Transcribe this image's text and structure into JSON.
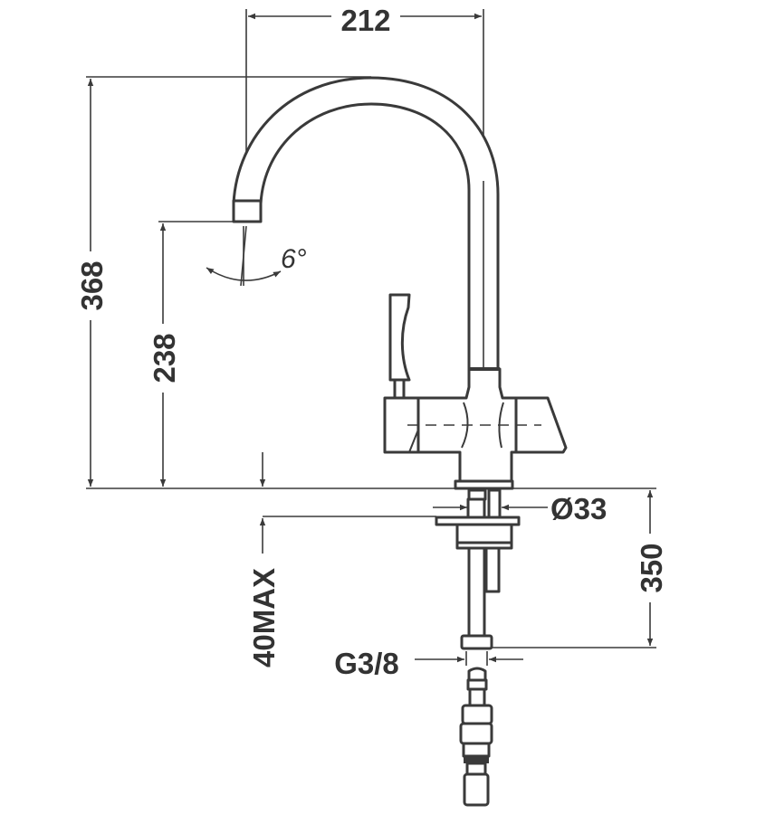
{
  "drawing": {
    "title": "Kitchen faucet dimension drawing",
    "dimensions": {
      "spout_reach": "212",
      "total_height": "368",
      "outlet_height": "238",
      "spout_angle": "6°",
      "base_diameter": "Ø33",
      "hose_length": "350",
      "max_counter_thickness": "40MAX",
      "connection_thread": "G3/8"
    },
    "colors": {
      "line": "#3a3a3a",
      "background": "#ffffff"
    }
  }
}
